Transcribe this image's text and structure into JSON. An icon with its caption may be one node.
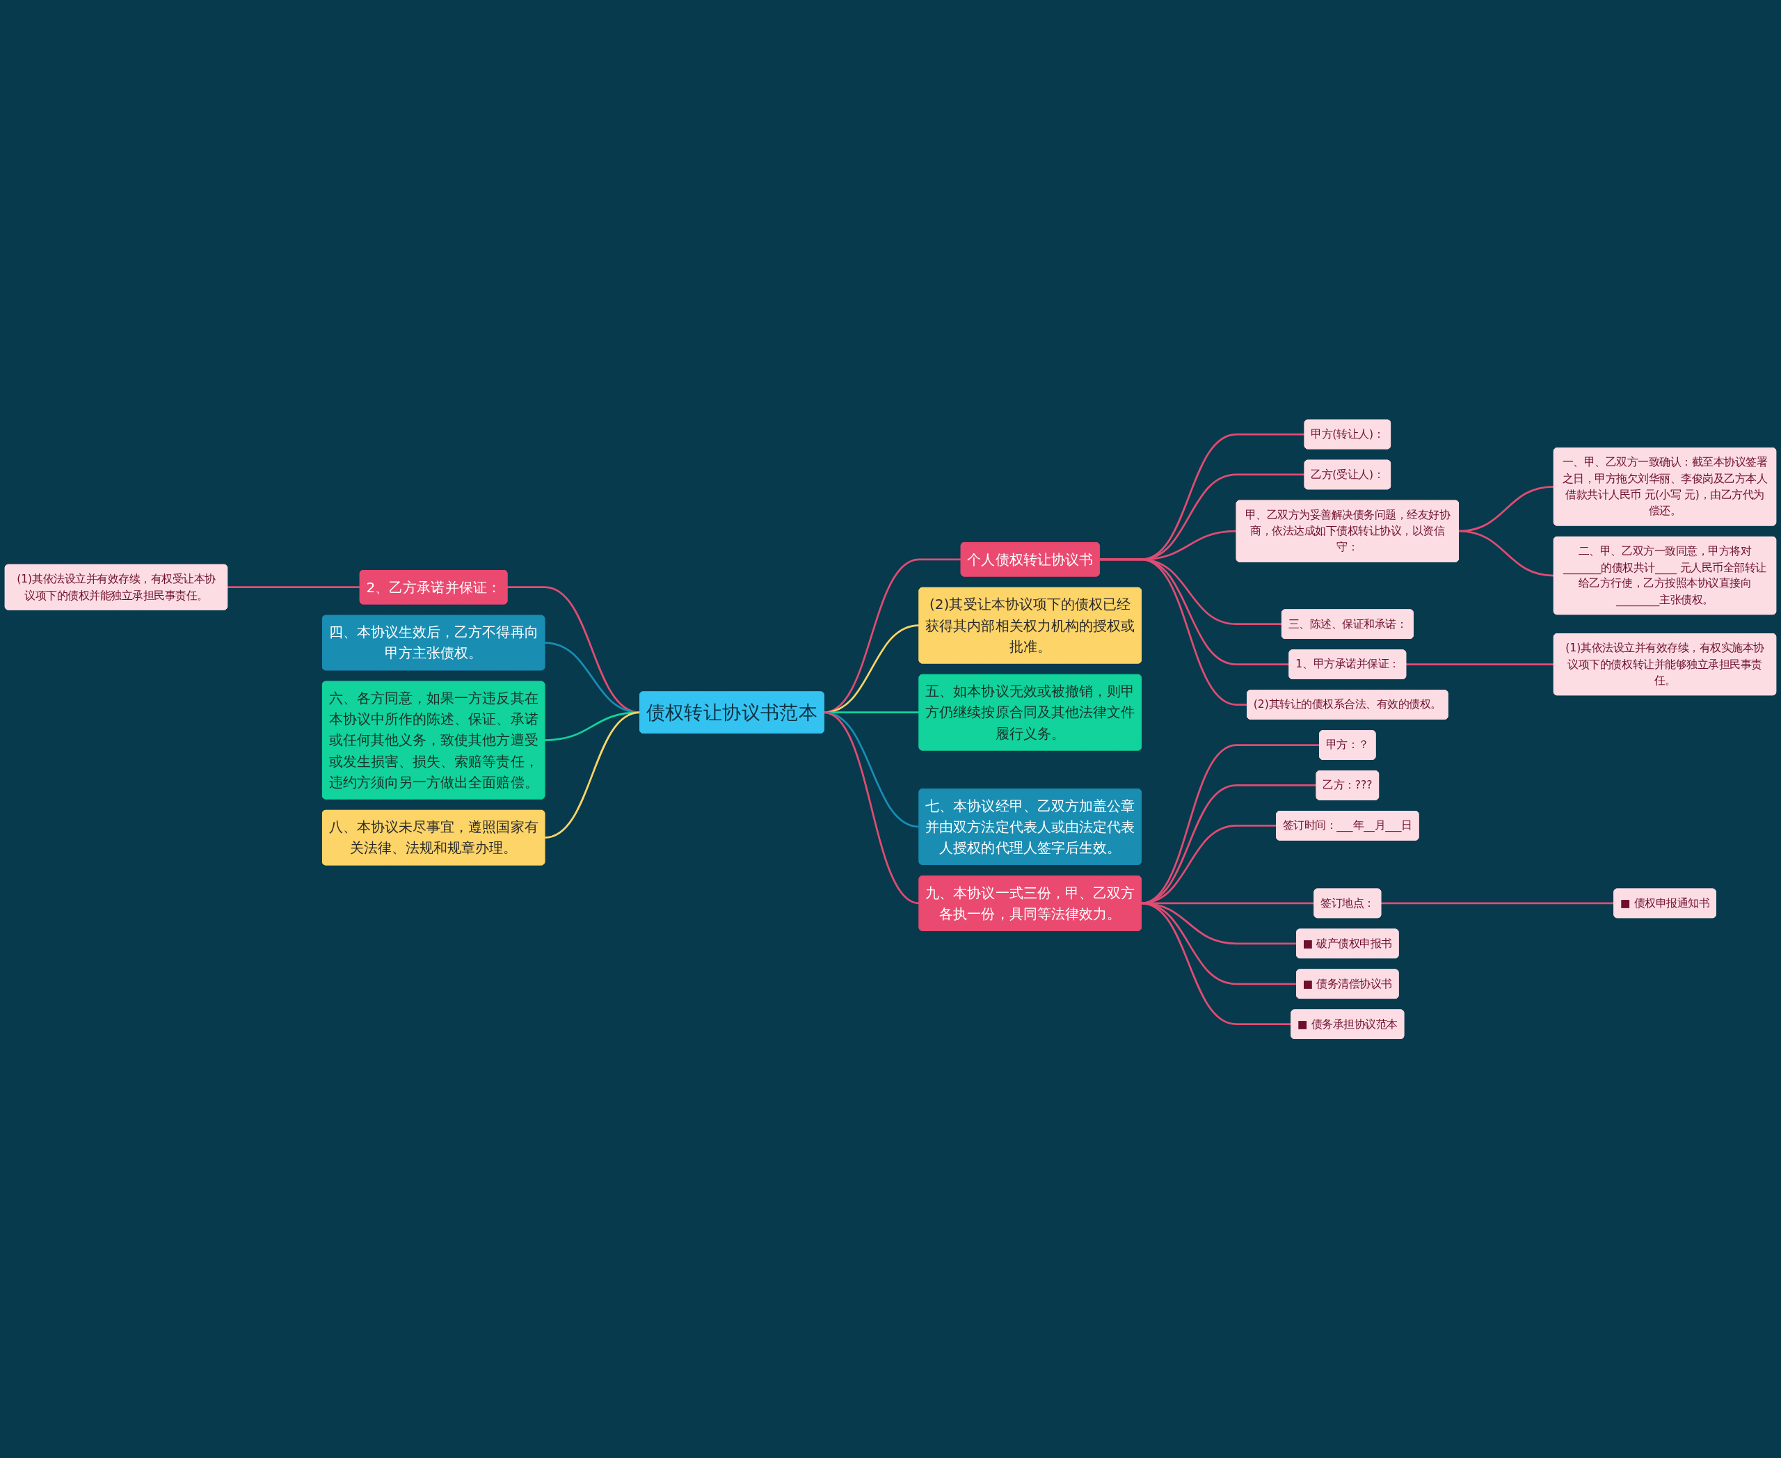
{
  "diagram": {
    "nodes": [
      {
        "text": [
          "债权转让协议书范本"
        ]
      },
      {
        "text": [
          "个人债权转让协议书"
        ]
      },
      {
        "text": [
          "甲方(转让人)："
        ]
      },
      {
        "text": [
          "乙方(受让人)："
        ]
      },
      {
        "text": [
          "甲、乙双方为妥善解决债务问题，经友好协商，依法达成如下债权转让协议，以资信守："
        ]
      },
      {
        "text": [
          "一、甲、乙双方一致确认：截至本协议签署之日，甲方拖欠刘华丽、李俊岗及乙方本人借款共计人民币 元(小写 元)，由乙方代为偿还。"
        ]
      },
      {
        "text": [
          "二、甲、乙双方一致同意，甲方将对_______的债权共计____ 元人民币全部转让给乙方行使，乙方按照本协议直接向________主张债权。"
        ]
      },
      {
        "text": [
          "三、陈述、保证和承诺："
        ]
      },
      {
        "text": [
          "1、甲方承诺并保证："
        ]
      },
      {
        "text": [
          "(1)其依法设立并有效存续，有权实施本协议项下的债权转让并能够独立承担民事责任。"
        ]
      },
      {
        "text": [
          "(2)其转让的债权系合法、有效的债权。"
        ]
      },
      {
        "text": [
          "(2)其受让本协议项下的债权已经获得其内部相关权力机构的授权或批准。"
        ]
      },
      {
        "text": [
          "五、如本协议无效或被撤销，则甲方仍继续按原合同及其他法律文件履行义务。"
        ]
      },
      {
        "text": [
          "七、本协议经甲、乙双方加盖公章并由双方法定代表人或由法定代表人授权的代理人签字后生效。"
        ]
      },
      {
        "text": [
          "九、本协议一式三份，甲、乙双方各执一份，具同等法律效力。"
        ]
      },
      {
        "text": [
          "甲方：？"
        ]
      },
      {
        "text": [
          "乙方：???"
        ]
      },
      {
        "text": [
          "签订时间：___年__月___日"
        ]
      },
      {
        "text": [
          "签订地点："
        ]
      },
      {
        "text": [
          "■ 债权申报通知书"
        ]
      },
      {
        "text": [
          "■ 破产债权申报书"
        ]
      },
      {
        "text": [
          "■ 债务清偿协议书"
        ]
      },
      {
        "text": [
          "■ 债务承担协议范本"
        ]
      },
      {
        "text": [
          "2、乙方承诺并保证："
        ]
      },
      {
        "text": [
          "(1)其依法设立并有效存续，有权受让本协议项下的债权并能独立承担民事责任。"
        ]
      },
      {
        "text": [
          "四、本协议生效后，乙方不得再向甲方主张债权。"
        ]
      },
      {
        "text": [
          "六、各方同意，如果一方违反其在本协议中所作的陈述、保证、承诺或任何其他义务，致使其他方遭受或发生损害、损失、索赔等责任，违约方须向另一方做出全面赔偿。"
        ]
      },
      {
        "text": [
          "八、本协议未尽事宜，遵照国家有关法律、法规和规章办理。"
        ]
      }
    ],
    "edges": [
      {
        "from": 0,
        "to": 1,
        "arrow": "none"
      },
      {
        "from": 1,
        "to": 2,
        "arrow": "none"
      },
      {
        "from": 1,
        "to": 3,
        "arrow": "none"
      },
      {
        "from": 1,
        "to": 4,
        "arrow": "none"
      },
      {
        "from": 4,
        "to": 5,
        "arrow": "none"
      },
      {
        "from": 4,
        "to": 6,
        "arrow": "none"
      },
      {
        "from": 1,
        "to": 7,
        "arrow": "none"
      },
      {
        "from": 1,
        "to": 8,
        "arrow": "none"
      },
      {
        "from": 8,
        "to": 9,
        "arrow": "none"
      },
      {
        "from": 1,
        "to": 10,
        "arrow": "none"
      },
      {
        "from": 0,
        "to": 11,
        "arrow": "none",
        "color": "#fdd468"
      },
      {
        "from": 0,
        "to": 12,
        "arrow": "none",
        "color": "#11d39b"
      },
      {
        "from": 0,
        "to": 13,
        "arrow": "none",
        "color": "#1a8db3"
      },
      {
        "from": 0,
        "to": 14,
        "arrow": "none"
      },
      {
        "from": 14,
        "to": 15,
        "arrow": "none"
      },
      {
        "from": 14,
        "to": 16,
        "arrow": "none"
      },
      {
        "from": 14,
        "to": 17,
        "arrow": "none"
      },
      {
        "from": 14,
        "to": 18,
        "arrow": "none"
      },
      {
        "from": 18,
        "to": 19,
        "arrow": "none"
      },
      {
        "from": 14,
        "to": 20,
        "arrow": "none"
      },
      {
        "from": 14,
        "to": 21,
        "arrow": "none"
      },
      {
        "from": 14,
        "to": 22,
        "arrow": "none"
      },
      {
        "from": 0,
        "to": 23,
        "arrow": "none"
      },
      {
        "from": 23,
        "to": 24,
        "arrow": "none"
      },
      {
        "from": 0,
        "to": 25,
        "arrow": "none",
        "color": "#1a8db3"
      },
      {
        "from": 0,
        "to": 26,
        "arrow": "none",
        "color": "#11d39b"
      },
      {
        "from": 0,
        "to": 27,
        "arrow": "none",
        "color": "#fdd468"
      }
    ]
  }
}
